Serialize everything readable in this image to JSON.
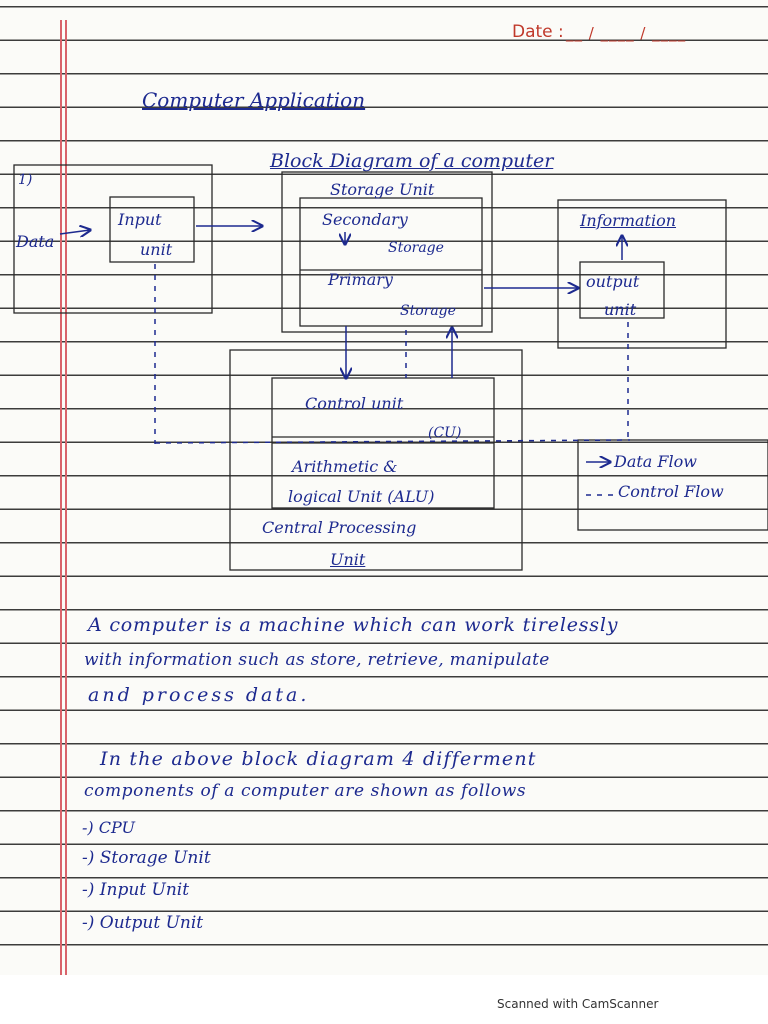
{
  "header": {
    "date_label": "Date :",
    "date_slots": "__ / ____ / ____"
  },
  "page": {
    "title": "Computer Application",
    "diagram_title": "Block Diagram of a computer"
  },
  "diagram": {
    "marker": "1)",
    "input_data_label": "Data",
    "input_unit_line1": "Input",
    "input_unit_line2": "unit",
    "storage_unit_label": "Storage Unit",
    "secondary_label": "Secondary",
    "secondary_storage_label": "Storage",
    "primary_label": "Primary",
    "primary_storage_label": "Storage",
    "information_label": "Information",
    "output_unit_line1": "output",
    "output_unit_line2": "unit",
    "control_unit_label": "Control unit",
    "cu_label": "(CU)",
    "alu_line1": "Arithmetic &",
    "alu_line2": "logical Unit (ALU)",
    "cpu_line1": "Central Processing",
    "cpu_line2": "Unit",
    "legend_data_flow": "Data Flow",
    "legend_control_flow": "Control Flow"
  },
  "notes": {
    "lines": [
      "A computer is a machine which can work tirelessly",
      "with information such as store, retrieve, manipulate",
      "and process data.",
      "In the above block diagram 4 differment",
      "components of a computer are shown as follows"
    ],
    "list_items": [
      "-) CPU",
      "-) Storage Unit",
      "-) Input Unit",
      "-) Output Unit"
    ]
  },
  "footer": {
    "scanner_text": "Scanned with CamScanner"
  },
  "colors": {
    "ink": "#1d2a8f",
    "margin": "#d9636b",
    "rule": "#3c3c3c"
  }
}
